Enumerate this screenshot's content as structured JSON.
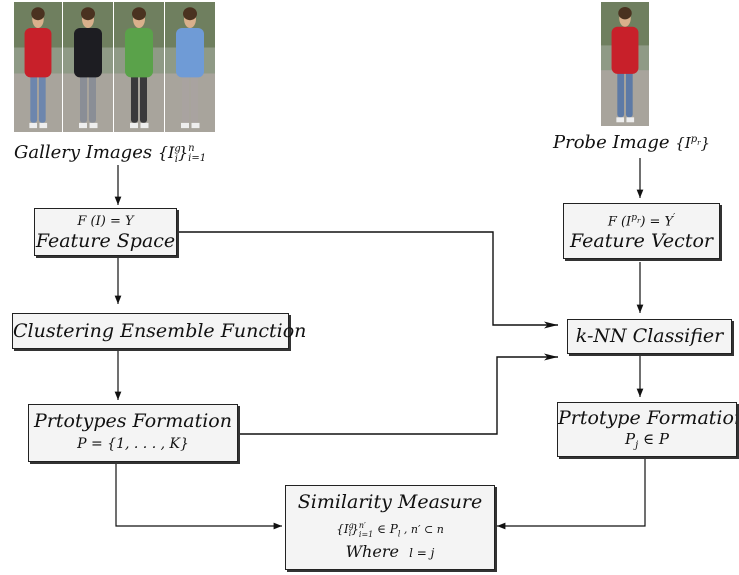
{
  "gallery": {
    "caption": "Gallery Images",
    "set_notation": "{I",
    "set_sup": "g",
    "set_sub": "i",
    "set_close": "}",
    "range_sup": "n",
    "range_sub": "i=1",
    "photos": [
      {
        "icon": "pedestrian-red-jacket",
        "shirt": "#c8202a",
        "pants": "#6d86ad"
      },
      {
        "icon": "pedestrian-black-jacket",
        "shirt": "#1d1d22",
        "pants": "#8a8e96"
      },
      {
        "icon": "pedestrian-green-sweater",
        "shirt": "#5aa24a",
        "pants": "#3a3a3c"
      },
      {
        "icon": "pedestrian-blue-hoodie",
        "shirt": "#6f9bd6",
        "pants": "#a9a3a0"
      }
    ]
  },
  "probe": {
    "caption": "Probe Image",
    "notation": "{I",
    "notation_sup": "p",
    "notation_sup_sub": "r",
    "notation_close": "}",
    "photo": {
      "icon": "pedestrian-red-jacket",
      "shirt": "#c8202a",
      "pants": "#5d7aa6"
    }
  },
  "boxes": {
    "feature_space": {
      "formula": "F (I) = Y",
      "label": "Feature Space"
    },
    "clustering": {
      "label": "Clustering Ensemble Function"
    },
    "prototypes": {
      "label": "Prtotypes Formation",
      "formula": "P = {1, . . . , K}"
    },
    "feature_vector": {
      "formula_a": "F (I",
      "formula_sup": "p",
      "formula_sup_sub": "r",
      "formula_b": ") = Y",
      "formula_prime": "′",
      "label": "Feature Vector"
    },
    "knn": {
      "label": "k-NN Classifier"
    },
    "prototype_probe": {
      "label": "Prtotype Formation",
      "formula_a": "P",
      "formula_sub": "j",
      "formula_b": " ∈ P"
    },
    "similarity": {
      "label": "Similarity Measure",
      "set_a": "{I",
      "set_sup": "g",
      "set_sub": "i",
      "set_close": "}",
      "range_sup": "n′",
      "range_sub": "i=1",
      "member": " ∈ P",
      "member_sub": "l",
      "subset": " , n′ ⊂ n",
      "where_label": "Where",
      "where_formula": "l = j"
    }
  },
  "colors": {
    "box_fill": "#f4f4f4",
    "line": "#111111"
  }
}
